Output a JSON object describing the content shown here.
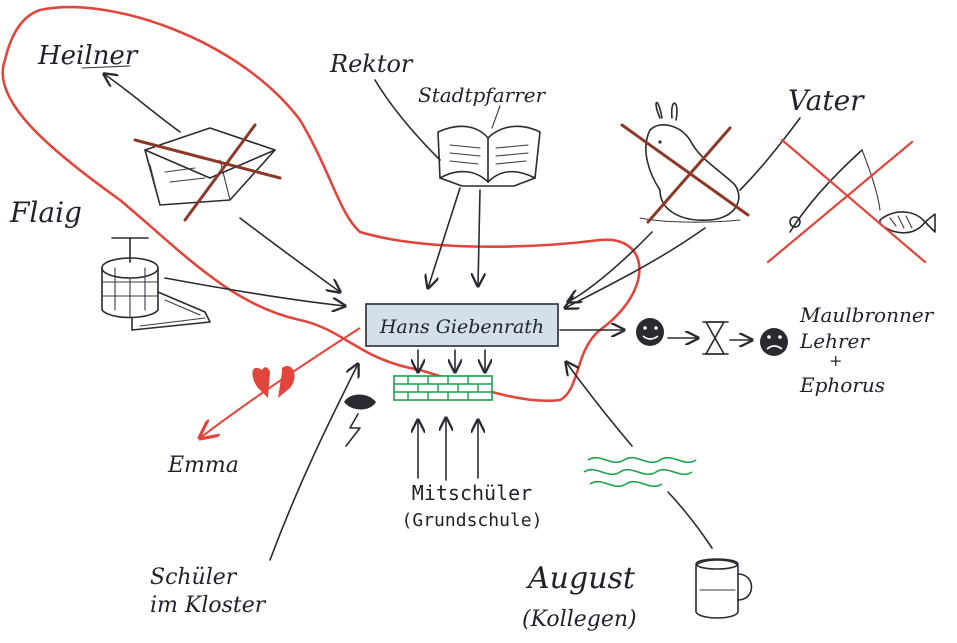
{
  "nodes": {
    "center": "Hans Giebenrath",
    "heilner": "Heilner",
    "rektor": "Rektor",
    "stadtpfarrer": "Stadtpfarrer",
    "vater": "Vater",
    "flaig": "Flaig",
    "maulbronner_line1": "Maulbronner",
    "maulbronner_line2": "Lehrer",
    "maulbronner_line3": "+",
    "maulbronner_line4": "Ephorus",
    "emma": "Emma",
    "mitschueler_line1": "Mitschüler",
    "mitschueler_line2": "(Grundschule)",
    "schueler_line1": "Schüler",
    "schueler_line2": "im Kloster",
    "august_line1": "August",
    "august_line2": "(Kollegen)"
  },
  "colors": {
    "ink": "#2a2a33",
    "red": "#e0463c",
    "box_fill": "#d3e0ea",
    "green": "#1aa04a",
    "brown_cross": "#8b3a2a"
  }
}
